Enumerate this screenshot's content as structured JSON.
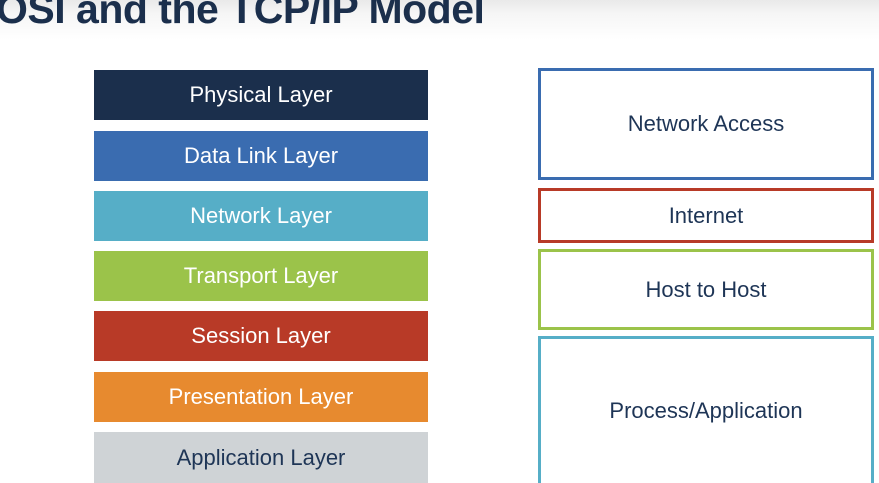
{
  "title": "OSI and the TCP/IP Model",
  "osi": {
    "layers": [
      {
        "label": "Physical Layer",
        "color": "#1b2f4c"
      },
      {
        "label": "Data Link Layer",
        "color": "#3a6cb0"
      },
      {
        "label": "Network Layer",
        "color": "#56aec7"
      },
      {
        "label": "Transport Layer",
        "color": "#9bc34a"
      },
      {
        "label": "Session Layer",
        "color": "#b83a27"
      },
      {
        "label": "Presentation Layer",
        "color": "#e78a2f"
      },
      {
        "label": "Application Layer",
        "color": "#cfd3d6"
      }
    ]
  },
  "tcpip": {
    "layers": [
      {
        "label": "Network Access",
        "border_color": "#3a6cb0"
      },
      {
        "label": "Internet",
        "border_color": "#b83a27"
      },
      {
        "label": "Host to Host",
        "border_color": "#9bc34a"
      },
      {
        "label": "Process/Application",
        "border_color": "#56aec7"
      }
    ]
  }
}
